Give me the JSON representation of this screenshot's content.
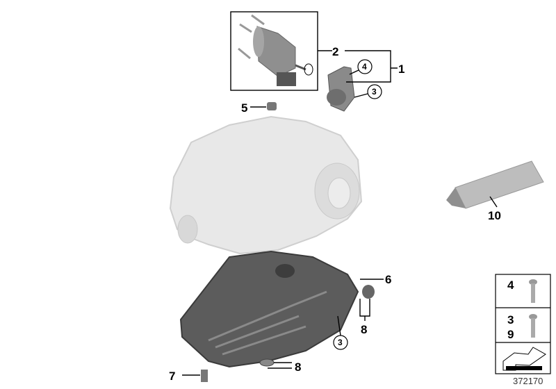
{
  "diagram": {
    "callouts": {
      "c1": "1",
      "c2": "2",
      "c3a": "3",
      "c4": "4",
      "c5": "5",
      "c6": "6",
      "c7": "7",
      "c8a": "8",
      "c8b": "8",
      "c3b": "3",
      "c10": "10"
    },
    "legend": {
      "row1": [
        "4"
      ],
      "row2": [
        "3",
        "9"
      ]
    },
    "reference_number": "372170",
    "colors": {
      "housing": "#e6e6e6",
      "oil_pan": "#5a5a5a",
      "actuator": "#8c8c8c",
      "tube": "#b5b5b5"
    }
  }
}
